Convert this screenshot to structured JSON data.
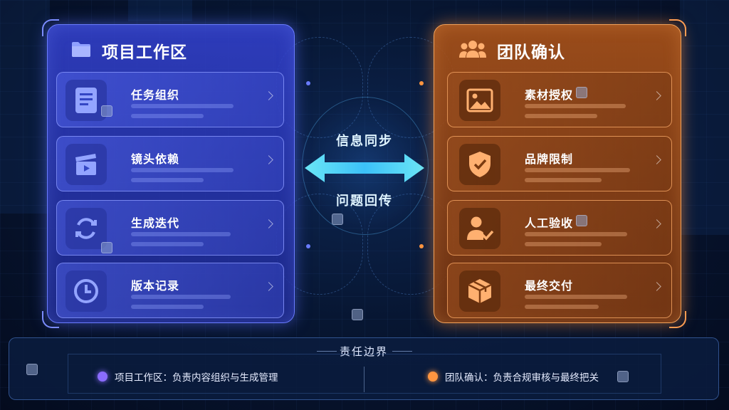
{
  "colors": {
    "left_accent": "#6a7cff",
    "right_accent": "#f3a25a",
    "left_dot": "#8b6cff",
    "right_dot": "#ff9540",
    "arrow": "#5fe6ff"
  },
  "left_panel": {
    "title": "项目工作区",
    "icon": "folder-icon",
    "items": [
      {
        "label": "任务组织",
        "icon": "document-icon"
      },
      {
        "label": "镜头依赖",
        "icon": "clapperboard-icon"
      },
      {
        "label": "生成迭代",
        "icon": "refresh-icon"
      },
      {
        "label": "版本记录",
        "icon": "clock-icon"
      }
    ]
  },
  "right_panel": {
    "title": "团队确认",
    "icon": "team-icon",
    "items": [
      {
        "label": "素材授权",
        "icon": "image-icon"
      },
      {
        "label": "品牌限制",
        "icon": "shield-check-icon"
      },
      {
        "label": "人工验收",
        "icon": "user-check-icon"
      },
      {
        "label": "最终交付",
        "icon": "package-icon"
      }
    ]
  },
  "center": {
    "top_label": "信息同步",
    "bottom_label": "问题回传"
  },
  "bottom": {
    "title": "责任边界",
    "left_text": "项目工作区：负责内容组织与生成管理",
    "right_text": "团队确认：负责合规审核与最终把关"
  }
}
